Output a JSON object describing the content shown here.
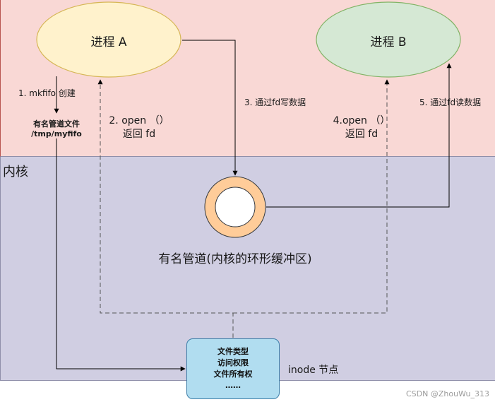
{
  "regions": {
    "kernel_label": "内核"
  },
  "processes": {
    "a_label": "进程 A",
    "b_label": "进程 B"
  },
  "steps": {
    "mkfifo": "1. mkfifo 创建",
    "fifo_file": [
      "有名管道文件",
      "/tmp/myfifo"
    ],
    "open_a": [
      "2. open （）",
      "返回 fd"
    ],
    "write": "3. 通过fd写数据",
    "open_b": [
      "4.open （）",
      "返回 fd"
    ],
    "read": "5. 通过fd读数据"
  },
  "pipe": {
    "label": "有名管道(内核的环形缓冲区)"
  },
  "inode": {
    "lines": [
      "文件类型",
      "访问权限",
      "文件所有权",
      "……"
    ],
    "label": "inode 节点"
  },
  "watermark": "CSDN @ZhouWu_313",
  "colors": {
    "user_space": "#f9d8d5",
    "kernel_space": "#d0cee2",
    "process_a_fill": "#fff2cc",
    "process_a_stroke": "#d6b656",
    "process_b_fill": "#d5e8d4",
    "process_b_stroke": "#82b366",
    "ring_fill": "#ffcc99",
    "ring_stroke": "#36393d",
    "inode_fill": "#b1ddf0",
    "inode_stroke": "#3d7ea8"
  }
}
